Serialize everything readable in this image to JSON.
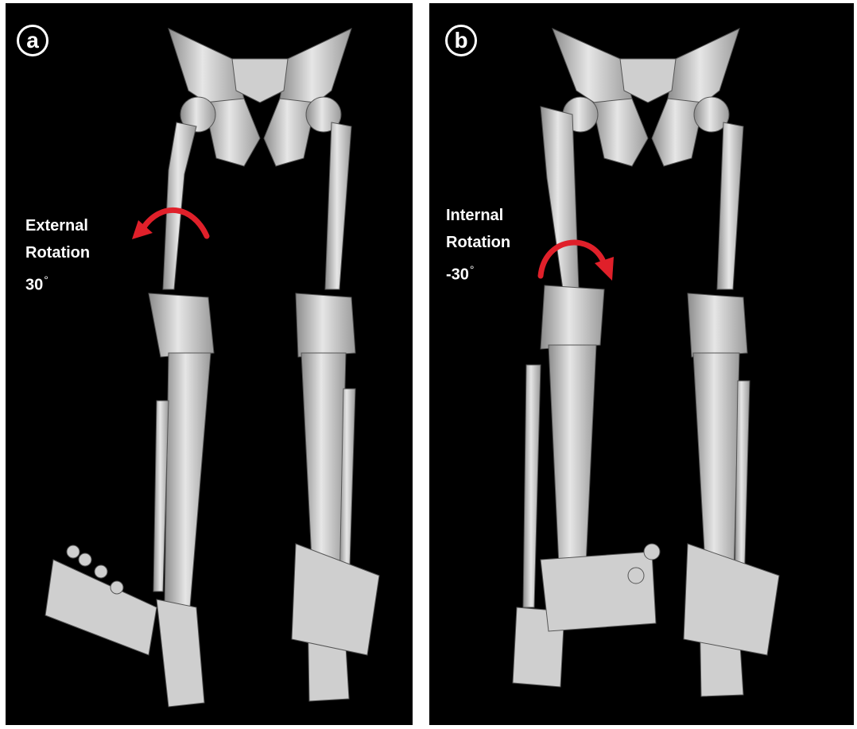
{
  "panels": {
    "a": {
      "badge": "a",
      "rotation_label": "External",
      "rotation_word": "Rotation",
      "angle_value": "30",
      "degree_symbol": "°"
    },
    "b": {
      "badge": "b",
      "rotation_label": "Internal",
      "rotation_word": "Rotation",
      "angle_value": "-30",
      "degree_symbol": "°"
    }
  },
  "colors": {
    "background": "#000000",
    "bone": "#d8d8d8",
    "arrow": "#e0202a",
    "text": "#ffffff"
  }
}
